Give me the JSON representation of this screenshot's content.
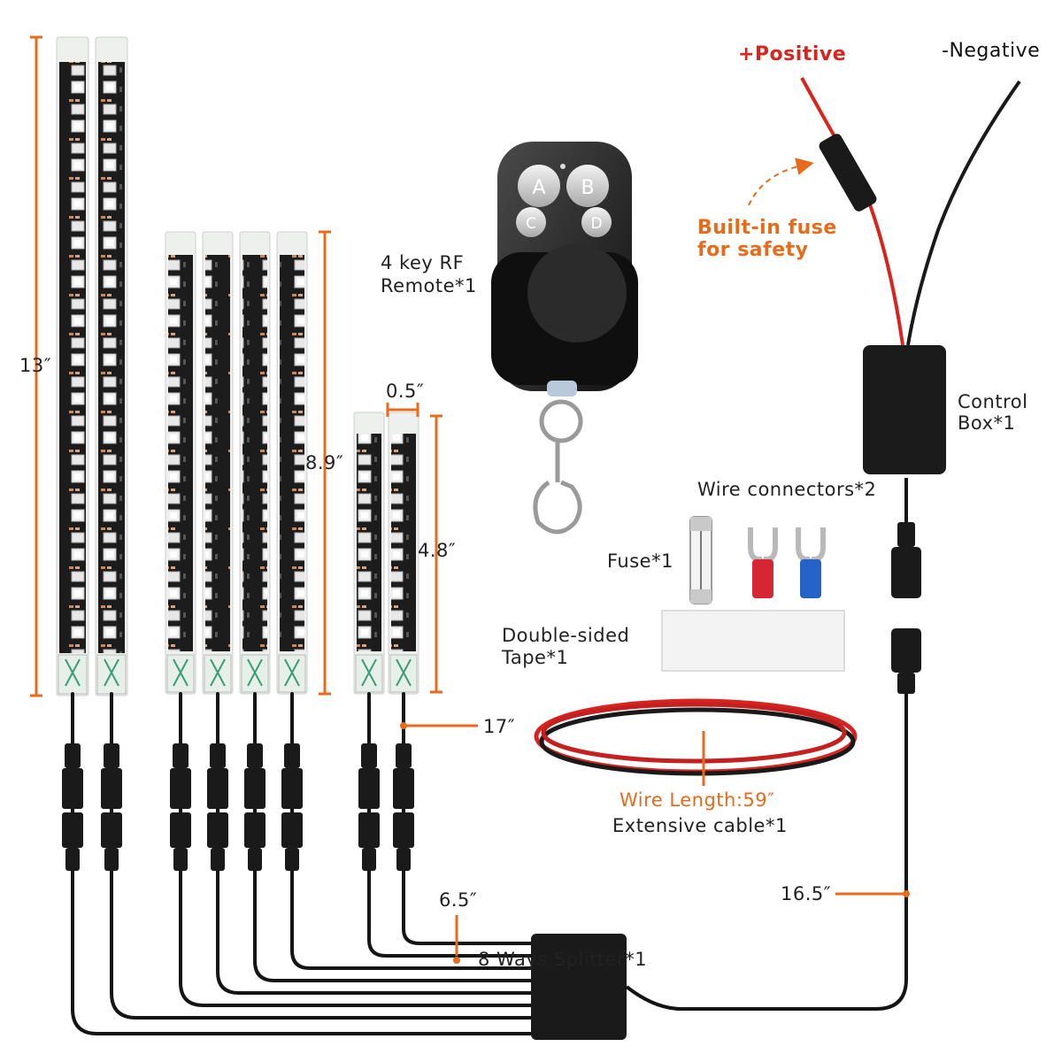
{
  "colors": {
    "accent": "#e86b1c",
    "positive_wire": "#d8241f",
    "negative_wire": "#1a1a1a",
    "strip_body": "#1c1c1c"
  },
  "labels": {
    "positive": "+Positive",
    "negative": "-Negative",
    "fuse_builtin_line1": "Built-in fuse",
    "fuse_builtin_line2": "for safety",
    "remote_line1": "4 key RF",
    "remote_line2": "Remote*1",
    "control_line1": "Control",
    "control_line2": "Box*1",
    "wire_connectors": "Wire connectors*2",
    "fuse": "Fuse*1",
    "tape_line1": "Double-sided",
    "tape_line2": "Tape*1",
    "wire_length": "Wire Length:59″",
    "extensive_cable": "Extensive cable*1",
    "splitter": "8 Ways Splitter*1"
  },
  "remote_keys": [
    "A",
    "B",
    "C",
    "D"
  ],
  "dimensions": {
    "long_strip": "13″",
    "mid_strip": "8.9″",
    "short_strip": "4.8″",
    "strip_width": "0.5″",
    "lead_length": "17″",
    "splitter_branch": "6.5″",
    "control_lead": "16.5″"
  }
}
